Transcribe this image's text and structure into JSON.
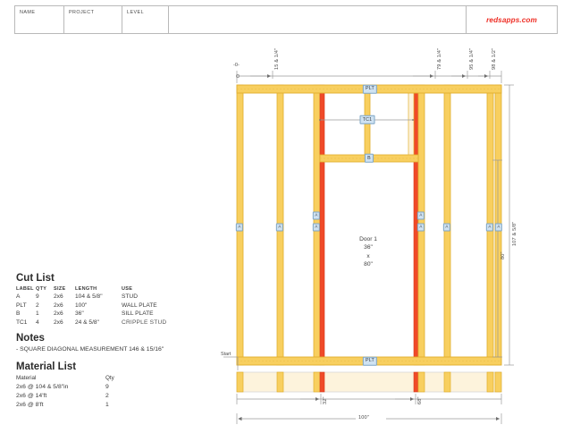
{
  "titleblock": {
    "name_label": "NAME",
    "project_label": "PROJECT",
    "level_label": "LEVEL",
    "logo": "redsapps.com"
  },
  "cut_list": {
    "heading": "Cut List",
    "columns": [
      "LABEL",
      "QTY",
      "SIZE",
      "LENGTH",
      "USE"
    ],
    "rows": [
      {
        "label": "A",
        "qty": "9",
        "size": "2x6",
        "length": "104 & 5/8\"",
        "use": "STUD",
        "use_small": false
      },
      {
        "label": "PLT",
        "qty": "2",
        "size": "2x6",
        "length": "100\"",
        "use": "WALL PLATE",
        "use_small": false
      },
      {
        "label": "B",
        "qty": "1",
        "size": "2x6",
        "length": "36\"",
        "use": "SILL PLATE",
        "use_small": false
      },
      {
        "label": "TC1",
        "qty": "4",
        "size": "2x6",
        "length": "24 & 5/8\"",
        "use": "CRIPPLE STUD",
        "use_small": true
      }
    ]
  },
  "notes": {
    "heading": "Notes",
    "body": "- SQUARE DIAGONAL MEASUREMENT 146 & 15/16\""
  },
  "material_list": {
    "heading": "Material List",
    "columns": [
      "Material",
      "Qty"
    ],
    "rows": [
      {
        "material": "2x6 @ 104 & 5/8\"in",
        "qty": "9"
      },
      {
        "material": "2x6 @ 14'ft",
        "qty": "2"
      },
      {
        "material": "2x6 @ 8'ft",
        "qty": "1"
      }
    ]
  },
  "drawing": {
    "start_label": "Start",
    "origin_label": "-0-",
    "door": {
      "name": "Door 1",
      "width": "36\"",
      "separator": "x",
      "height": "80\""
    },
    "member_badges": {
      "top_plate": "PLT",
      "bottom_plate": "PLT",
      "header_cripple": "TC1",
      "sill_plate": "B",
      "stud": "A"
    },
    "stud_labels": [
      "A",
      "A",
      "A",
      "A",
      "A",
      "A",
      "A",
      "A",
      "A"
    ],
    "dimensions_top": [
      "15 & 1/4\"",
      "79 & 1/4\"",
      "95 & 1/4\"",
      "98 & 1/2\""
    ],
    "dimensions_right": [
      "107 & 5/8\"",
      "80\""
    ],
    "dimensions_bottom_ticks": [
      "32\"",
      "68\""
    ],
    "dimension_overall": "100\""
  },
  "colors": {
    "lumber_fill": "#f8cf5f",
    "lumber_edge": "#e0ae2e",
    "highlight_red": "#f04a28",
    "badge_fill": "#cfe2f2",
    "badge_edge": "#7ea6c6",
    "plan_fill": "#fdf3dc",
    "dim_line": "#9a9a9a",
    "logo_red": "#ee2d24"
  }
}
